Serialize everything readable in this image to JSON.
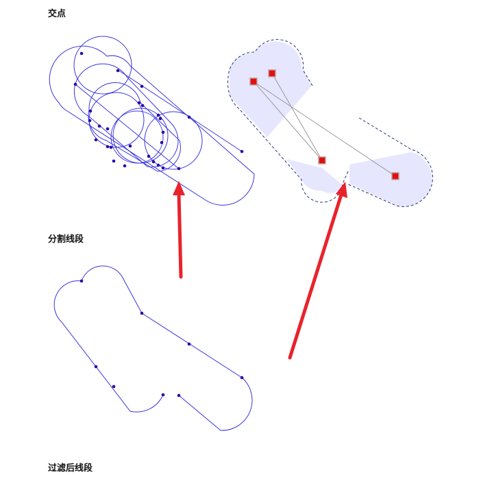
{
  "labels": {
    "intersections": "交点",
    "split_segments": "分割线段",
    "filtered_segments": "过滤后线段"
  },
  "colors": {
    "stroke": "#3a35e0",
    "point": "#2a0aa8",
    "buffer_fill": "#e6e6ff",
    "buffer_outline": "#26307a",
    "handle": "#e01010",
    "handle_border": "#c0a0a0",
    "guide_line": "#999999",
    "arrow": "#e8232b"
  }
}
